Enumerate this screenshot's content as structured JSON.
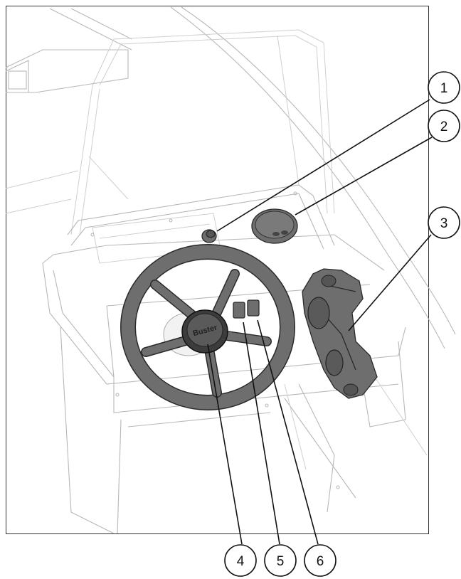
{
  "diagram": {
    "brand_text": "Buster",
    "callouts": [
      {
        "number": "1",
        "target": "ignition-switch"
      },
      {
        "number": "2",
        "target": "compass"
      },
      {
        "number": "3",
        "target": "throttle-control"
      },
      {
        "number": "4",
        "target": "steering-wheel"
      },
      {
        "number": "5",
        "target": "switch-left"
      },
      {
        "number": "6",
        "target": "switch-right"
      }
    ],
    "colors": {
      "outline": "#b8b8b8",
      "part_fill": "#6e6e6e",
      "part_stroke": "#2a2a2a",
      "leader": "#111111"
    }
  }
}
